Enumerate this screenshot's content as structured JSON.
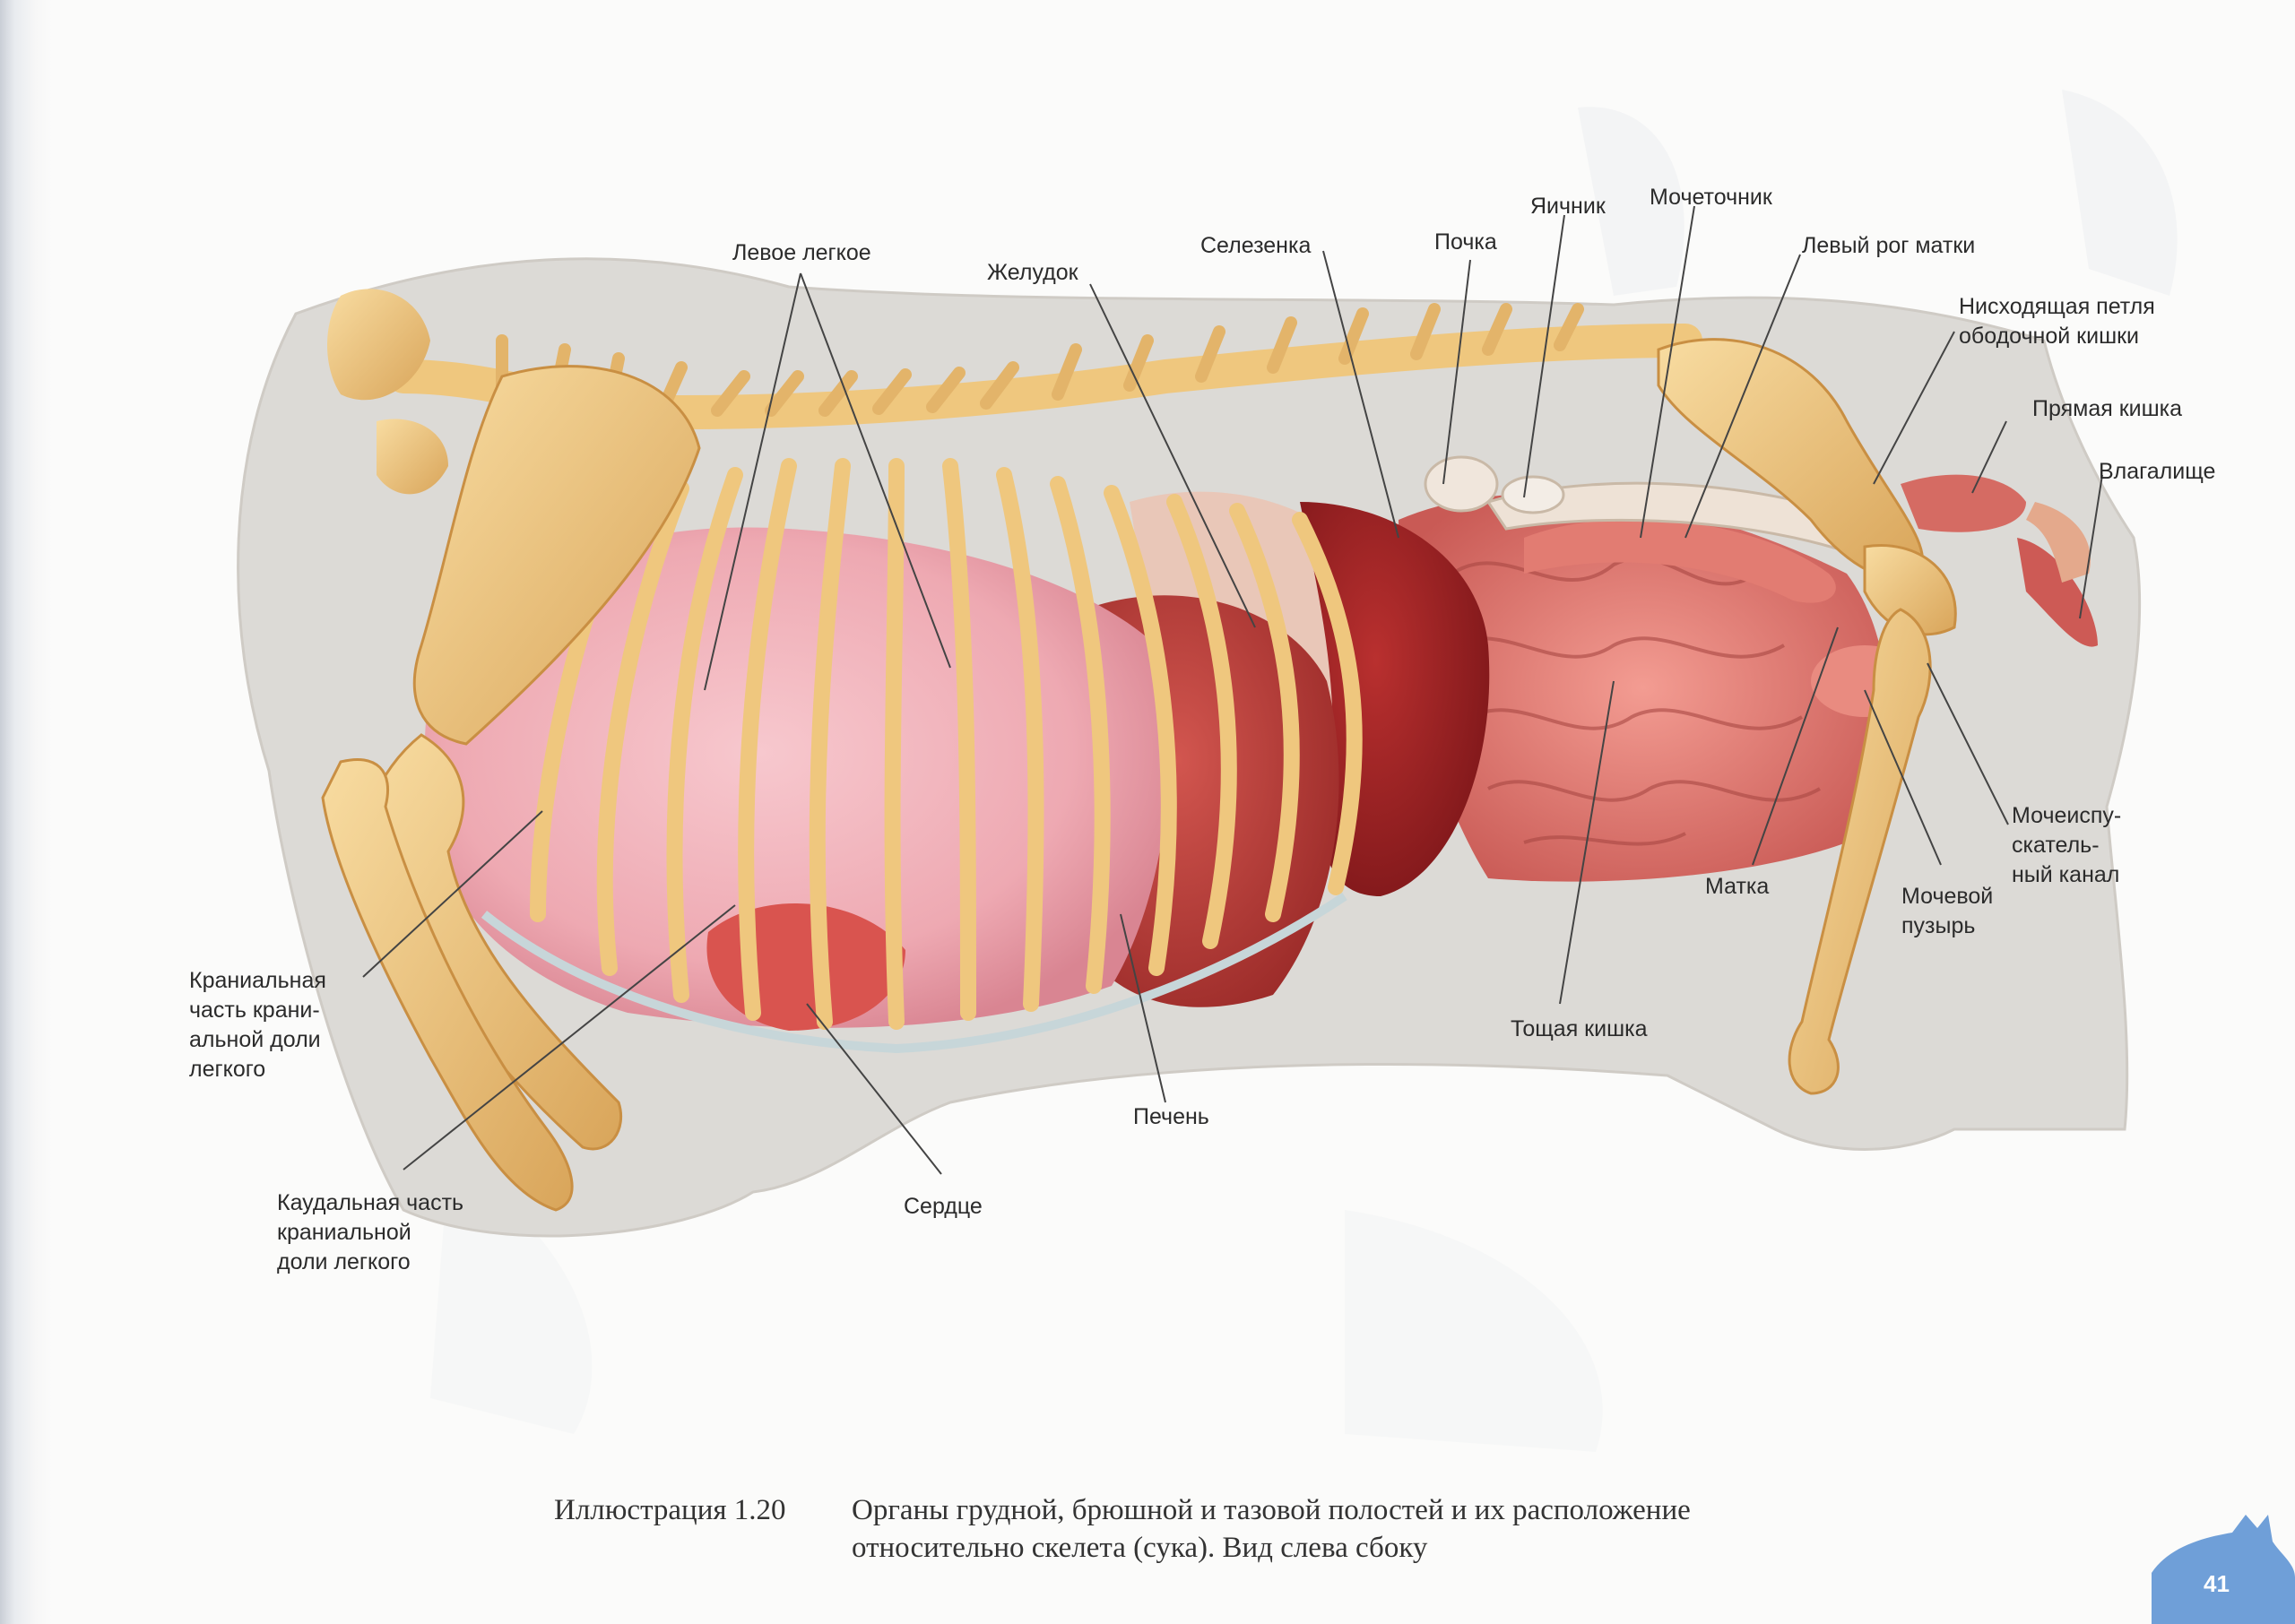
{
  "labels": {
    "left_lung": "Левое легкое",
    "stomach": "Желудок",
    "spleen": "Селезенка",
    "kidney": "Почка",
    "ovary": "Яичник",
    "ureter": "Мочеточник",
    "left_uterine_horn": "Левый рог матки",
    "descending_colon": [
      "Нисходящая петля",
      "ободочной кишки"
    ],
    "rectum": "Прямая кишка",
    "vagina": "Влагалище",
    "urethra": [
      "Мочеиспу-",
      "скатель-",
      "ный канал"
    ],
    "uterus": "Матка",
    "bladder": [
      "Мочевой",
      "пузырь"
    ],
    "jejunum": "Тощая кишка",
    "liver": "Печень",
    "heart": "Сердце",
    "cranial_part": [
      "Краниальная",
      "часть крани-",
      "альной доли",
      "легкого"
    ],
    "caudal_part": [
      "Каудальная часть",
      "краниальной",
      "доли легкого"
    ]
  },
  "caption": {
    "number": "Иллюстрация 1.20",
    "lines": [
      "Органы грудной, брюшной и тазовой полостей и их расположение",
      "относительно скелета (сука). Вид слева сбоку"
    ]
  },
  "page_number": "41",
  "colors": {
    "bone": "#efc77e",
    "body_outline": "#dcdad6",
    "lung": "#f0b3bb",
    "liver": "#b33a35",
    "spleen": "#951f22",
    "intestine": "#d96e66",
    "leader_line": "#444444",
    "dog_icon": "#6f9fd8"
  }
}
